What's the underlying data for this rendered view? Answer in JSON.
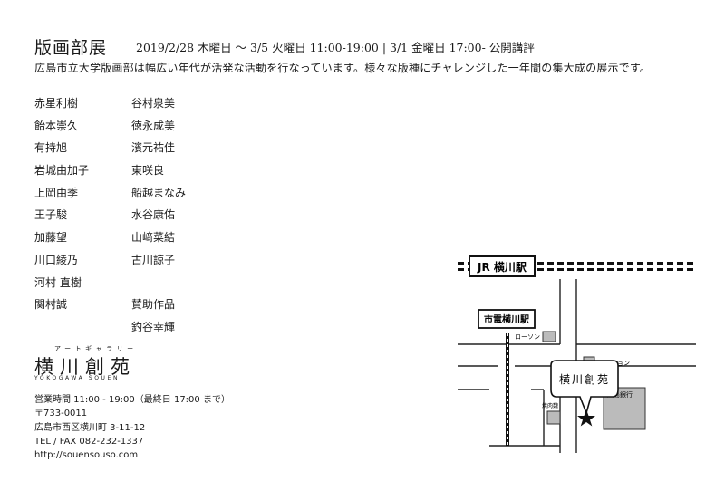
{
  "header": {
    "title": "版画部展",
    "dates": "2019/2/28 木曜日 〜 3/5 火曜日 11:00-19:00  |  3/1 金曜日 17:00- 公開講評",
    "description": "広島市立大学版画部は幅広い年代が活発な活動を行なっています。様々な版種にチャレンジした一年間の集大成の展示です。"
  },
  "names_col1": [
    "赤星利樹",
    "飴本崇久",
    "有持旭",
    "岩城由加子",
    "上岡由季",
    "王子駿",
    "加藤望",
    "川口綾乃",
    "河村 直樹",
    "関村誠"
  ],
  "names_col2": [
    "谷村泉美",
    "徳永成美",
    "濱元祐佳",
    "東咲良",
    "船越まなみ",
    "水谷康佑",
    "山﨑菜結",
    "古川諒子",
    "",
    "賛助作品",
    "釣谷幸輝"
  ],
  "gallery": {
    "kana": "アートギャラリー",
    "name": "横川創苑",
    "roman": "YOKOGAWA SOUEN"
  },
  "info": {
    "hours": "営業時間 11:00 - 19:00（最終日 17:00 まで）",
    "postal": "〒733-0011",
    "address": "広島市西区横川町 3-11-12",
    "tel": "TEL / FAX 082-232-1337",
    "url": "http://souensouso.com"
  },
  "map": {
    "jr_station": "JR 横川駅",
    "tram_station": "市電横川駅",
    "lawson": "ローソン",
    "orochon": "オロチョン",
    "bank": "広島銀行",
    "yakiniku": "焼肉魏",
    "callout": "横川創苑"
  }
}
